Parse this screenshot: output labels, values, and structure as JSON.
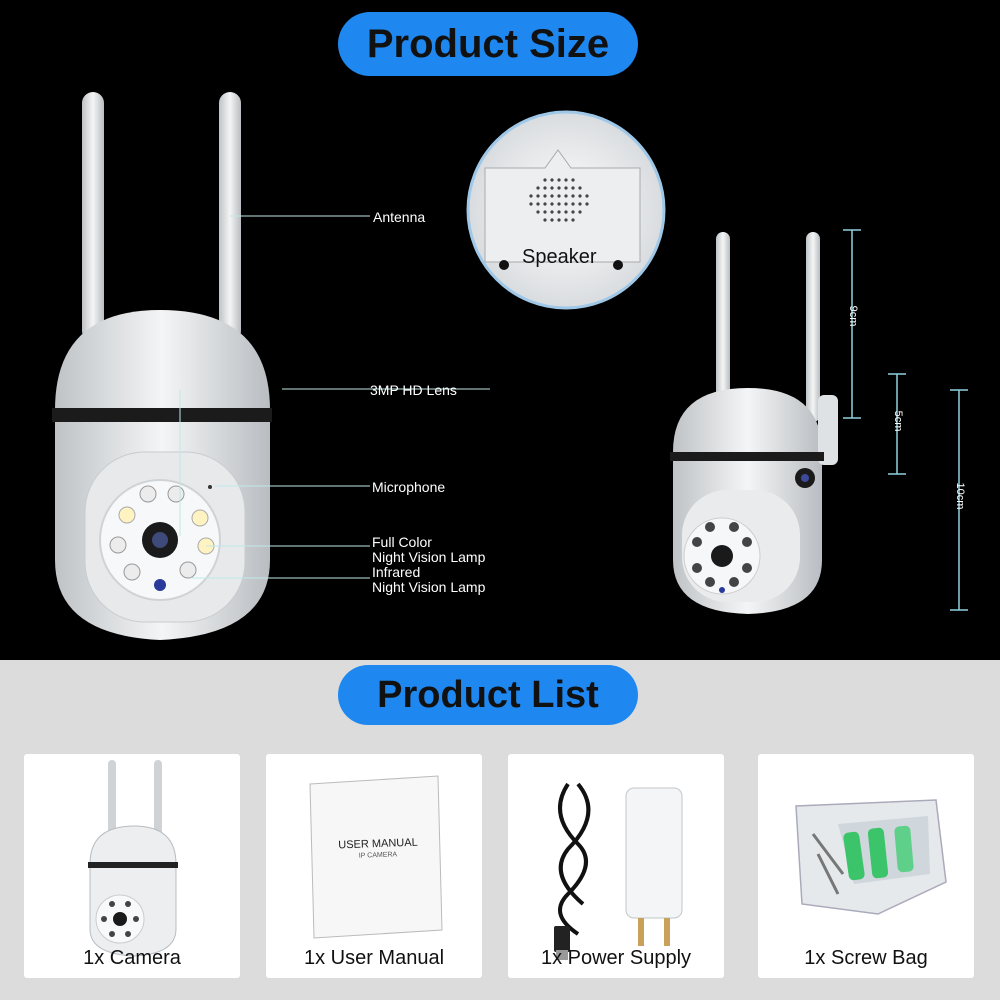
{
  "headings": {
    "product_size": "Product Size",
    "product_list": "Product List"
  },
  "callouts": {
    "antenna": "Antenna",
    "lens": "3MP HD Lens",
    "microphone": "Microphone",
    "full_color_1": "Full Color",
    "full_color_2": "Night Vision Lamp",
    "infrared_1": "Infrared",
    "infrared_2": "Night Vision Lamp",
    "speaker": "Speaker"
  },
  "dimensions": {
    "antenna_height": "9cm",
    "head_height": "5cm",
    "total_height": "10cm"
  },
  "items": [
    {
      "label": "1x Camera",
      "icon": "camera-icon"
    },
    {
      "label": "1x User Manual",
      "icon": "manual-icon",
      "text_1": "USER MANUAL",
      "text_2": "IP CAMERA"
    },
    {
      "label": "1x Power Supply",
      "icon": "power-adapter-icon"
    },
    {
      "label": "1x Screw Bag",
      "icon": "screw-bag-icon"
    }
  ],
  "colors": {
    "accent": "#1e88f0",
    "top_background": "#000000",
    "bottom_background": "#dcdcdc"
  }
}
